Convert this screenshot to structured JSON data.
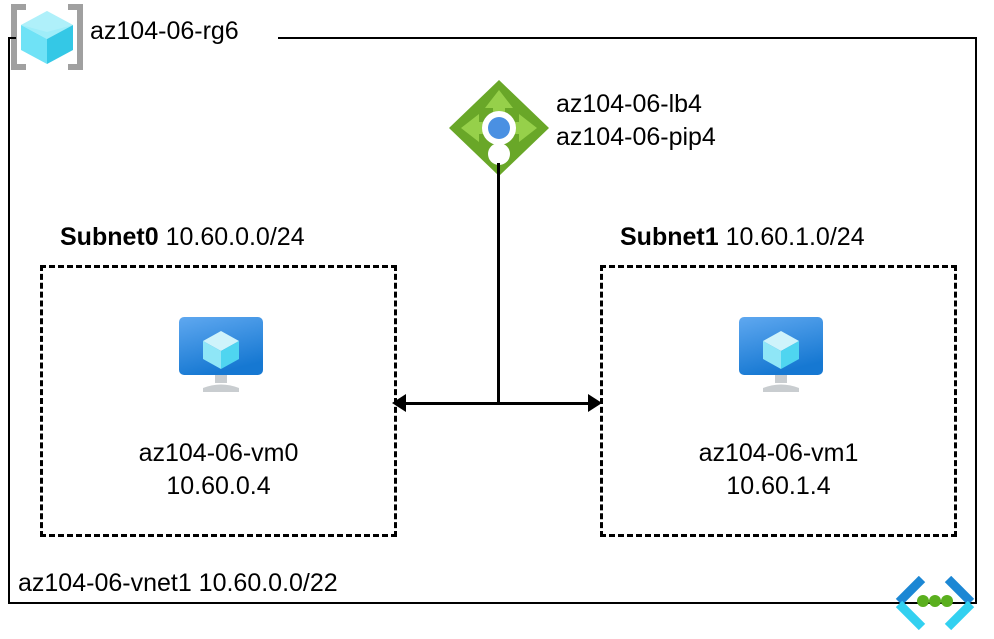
{
  "diagram": {
    "title": "Azure virtual network with load balancer and two subnets",
    "resource_group": {
      "name": "az104-06-rg6",
      "icon": "resource-group-cube-icon"
    },
    "load_balancer": {
      "icon": "load-balancer-icon",
      "name": "az104-06-lb4",
      "public_ip": "az104-06-pip4"
    },
    "subnets": [
      {
        "name": "Subnet0",
        "cidr": "10.60.0.0/24",
        "vm": {
          "icon": "virtual-machine-icon",
          "name": "az104-06-vm0",
          "ip": "10.60.0.4"
        }
      },
      {
        "name": "Subnet1",
        "cidr": "10.60.1.0/24",
        "vm": {
          "icon": "virtual-machine-icon",
          "name": "az104-06-vm1",
          "ip": "10.60.1.4"
        }
      }
    ],
    "vnet": {
      "label": "az104-06-vnet1 10.60.0.0/22",
      "icon": "virtual-network-icon"
    },
    "colors": {
      "rg_cube_light": "#7FE5F5",
      "rg_cube_mid": "#3FD6EE",
      "rg_cube_dark": "#2BC4DE",
      "rg_bracket": "#A0A0A0",
      "lb_diamond": "#69A728",
      "lb_arrow": "#96D04A",
      "lb_dot": "#4A90E2",
      "vm_screen_top": "#55A2EE",
      "vm_screen_bottom": "#1D7FD6",
      "vm_stand": "#BFC3C6",
      "vnet_chevron_dark": "#1C87D4",
      "vnet_chevron_light": "#32D0F0",
      "vnet_dot": "#5AAF1E",
      "line": "#000000"
    }
  }
}
